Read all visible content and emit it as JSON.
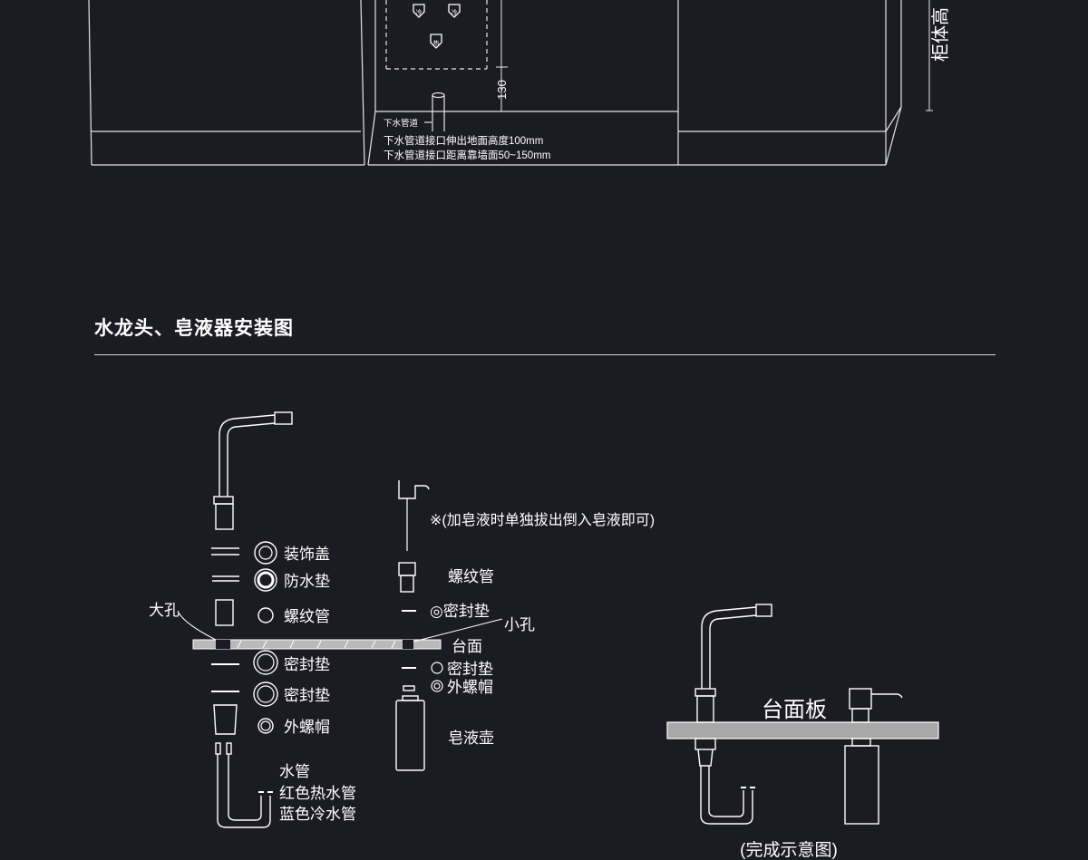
{
  "top_section": {
    "cabinet_height_label": "柜体高",
    "badge_cold": "冷",
    "badge_hot": "热",
    "dim_130": "130",
    "drain_pipe_label": "下水管道",
    "drain_note_1": "下水管道接口伸出地面高度100mm",
    "drain_note_2": "下水管道接口距离靠墙面50~150mm"
  },
  "section": {
    "title": "水龙头、皂液器安装图"
  },
  "faucet": {
    "parts": [
      "装饰盖",
      "防水垫",
      "螺纹管",
      "密封垫",
      "密封垫",
      "外螺帽"
    ],
    "big_hole": "大孔",
    "water_pipe": "水管",
    "red_pipe": "红色热水管",
    "blue_pipe": "蓝色冷水管"
  },
  "dispenser": {
    "note": "※(加皂液时单独拔出倒入皂液即可)",
    "threaded_tube": "螺纹管",
    "seal_top": "◎密封垫",
    "small_hole": "小孔",
    "countertop": "台面",
    "seal_bottom": "密封垫",
    "outer_nut": "外螺帽",
    "soap_bottle": "皂液壶"
  },
  "complete": {
    "counter_board": "台面板",
    "caption": "(完成示意图)"
  }
}
